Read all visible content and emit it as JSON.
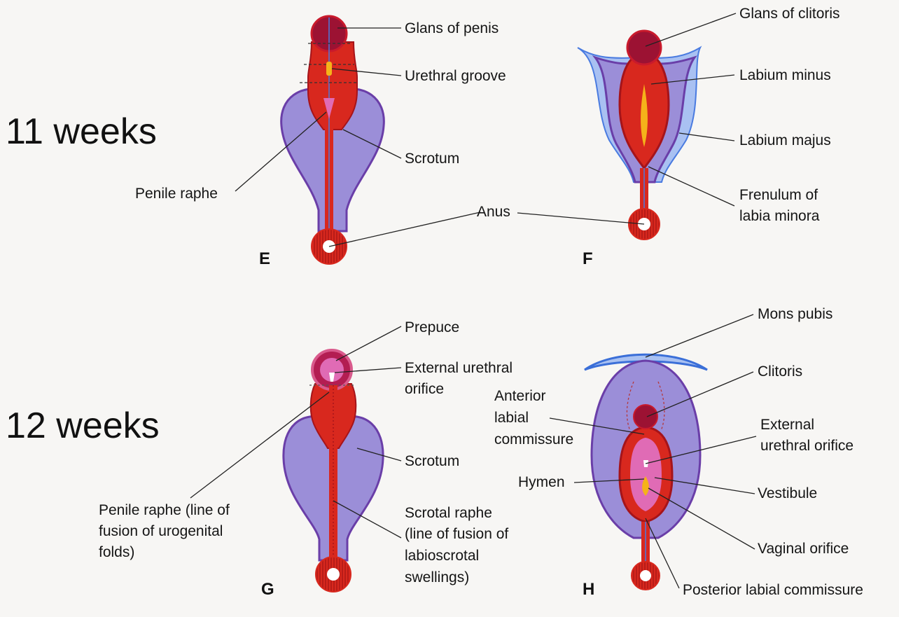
{
  "weeks": {
    "w11": "11 weeks",
    "w12": "12 weeks"
  },
  "panels": {
    "E": "E",
    "F": "F",
    "G": "G",
    "H": "H"
  },
  "labels": {
    "glans_of_penis": "Glans of penis",
    "urethral_groove": "Urethral groove",
    "scrotum_e": "Scrotum",
    "penile_raphe_e": "Penile raphe",
    "anus": "Anus",
    "glans_of_clitoris": "Glans of clitoris",
    "labium_minus": "Labium minus",
    "labium_majus": "Labium majus",
    "frenulum_1": "Frenulum of",
    "frenulum_2": "labia minora",
    "prepuce": "Prepuce",
    "ext_urethral_g_1": "External urethral",
    "ext_urethral_g_2": "orifice",
    "scrotum_g": "Scrotum",
    "penile_raphe_g_1": "Penile raphe (line of",
    "penile_raphe_g_2": "fusion of urogenital",
    "penile_raphe_g_3": "folds)",
    "scrotal_raphe_1": "Scrotal raphe",
    "scrotal_raphe_2": "(line of fusion of",
    "scrotal_raphe_3": "labioscrotal",
    "scrotal_raphe_4": "swellings)",
    "mons_pubis": "Mons pubis",
    "clitoris": "Clitoris",
    "anterior_1": "Anterior",
    "anterior_2": "labial",
    "anterior_3": "commissure",
    "ext_urethral_h_1": "External",
    "ext_urethral_h_2": "urethral orifice",
    "hymen": "Hymen",
    "vestibule": "Vestibule",
    "vaginal_orifice": "Vaginal orifice",
    "posterior_commissure": "Posterior labial commissure"
  },
  "colors": {
    "purple": "#9b8ed8",
    "purple_edge": "#6a3ea8",
    "red": "#d8281e",
    "red_dark": "#a5141a",
    "glans": "#9c1233",
    "yellow": "#f5b21a",
    "blue": "#4a7be0",
    "light_blue": "#a9c1f2",
    "pink": "#e06bb5"
  }
}
